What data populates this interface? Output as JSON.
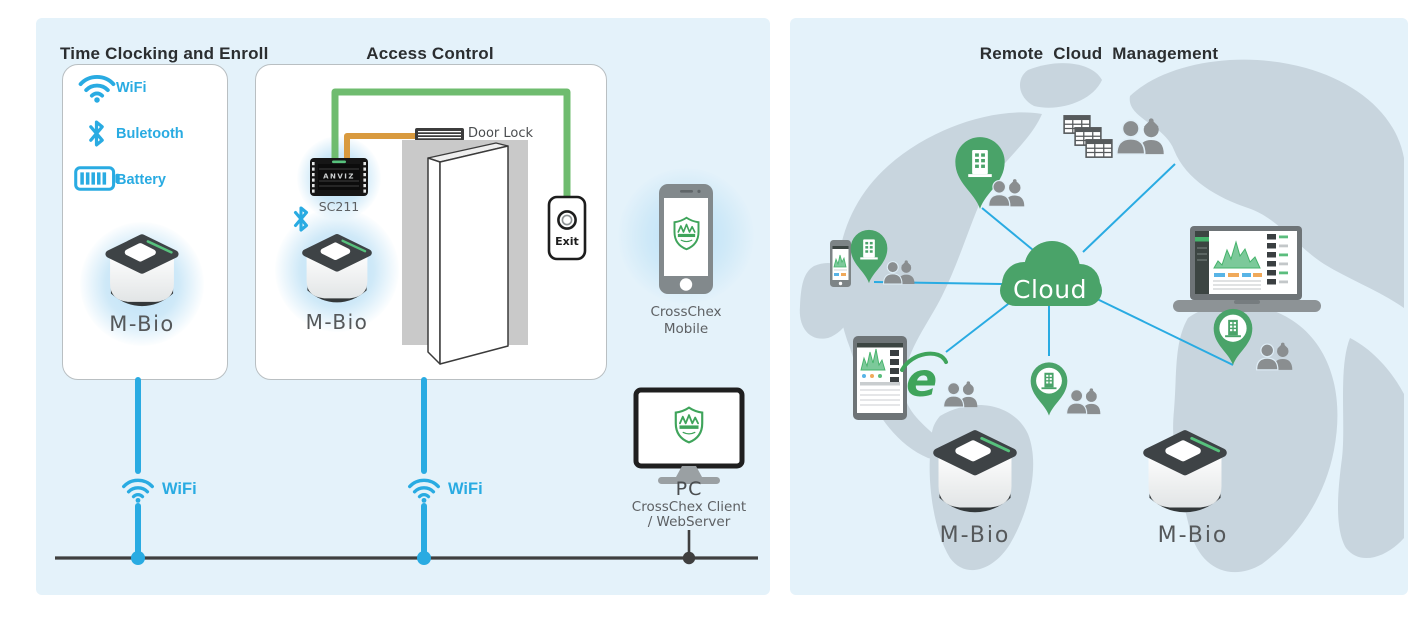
{
  "colors": {
    "accent_blue": "#29abe2",
    "brand_green": "#4aa369",
    "wire_green": "#6fbc6f",
    "wire_orange": "#d99a3e",
    "panel_bg": "#e4f2fa",
    "map_fill": "#c8d5de",
    "people_gray": "#8a8e90",
    "bus_line_dark": "#3f3f3f",
    "title_dark": "#2b2e30",
    "label_gray": "#55585a"
  },
  "left_panel": {
    "clocking_box": {
      "title": "Time Clocking and Enroll",
      "features": [
        {
          "icon": "wifi-icon",
          "label": "WiFi"
        },
        {
          "icon": "bluetooth-icon",
          "label": "Buletooth"
        },
        {
          "icon": "battery-icon",
          "label": "Battery"
        }
      ],
      "device_label": "M-Bio"
    },
    "access_box": {
      "title": "Access Control",
      "controller_label": "SC211",
      "controller_brand": "ANVIZ",
      "door_lock_label": "Door Lock",
      "exit_label": "Exit",
      "device_label": "M-Bio"
    },
    "wifi_links": [
      {
        "label": "WiFi"
      },
      {
        "label": "WiFi"
      }
    ],
    "mobile": {
      "line1": "CrossChex",
      "line2": "Mobile"
    },
    "pc": {
      "name": "PC",
      "line1": "CrossChex Client",
      "line2": "/ WebServer"
    }
  },
  "right_panel": {
    "title": "Remote Cloud Management",
    "cloud_label": "Cloud",
    "devices": [
      {
        "label": "M-Bio"
      },
      {
        "label": "M-Bio"
      }
    ]
  },
  "icons": {
    "wifi-icon": "three blue arcs + dot",
    "bluetooth-icon": "blue bluetooth rune",
    "battery-icon": "blue battery outline with bars",
    "building-pin-icon": "green map pin with building glyph",
    "people-icon": "two gray person busts",
    "spreadsheet-icon": "stacked gray data tables",
    "ie-browser-icon": "green lowercase e with swoosh",
    "crosschex-shield-icon": "green shield logo with zigzag",
    "cloud-icon": "green cloud silhouette",
    "door-icon": "open white door on gray frame",
    "door-lock-icon": "dark striped strike plate",
    "exit-button-icon": "wall button with ring",
    "m-bio-device-icon": "white cube terminal with dark top and sensor window",
    "sc211-controller-icon": "black access controller with pin headers",
    "phone-icon": "smartphone",
    "monitor-icon": "desktop monitor",
    "laptop-icon": "laptop showing dashboard",
    "tablet-icon": "tablet showing dashboard"
  }
}
